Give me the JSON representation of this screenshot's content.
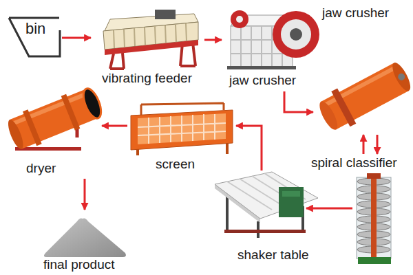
{
  "diagram": {
    "nodes": [
      {
        "text": [
          "bin"
        ]
      },
      {
        "text": [
          "vibrating feeder"
        ]
      },
      {
        "text": [
          "jaw crusher"
        ]
      },
      {
        "text": [
          "jaw crusher"
        ]
      },
      {
        "text": [
          "spiral classifier"
        ]
      },
      {
        "text": [
          "shaker table"
        ]
      },
      {
        "text": [
          "screen"
        ]
      },
      {
        "text": [
          "dryer"
        ]
      },
      {
        "text": [
          "final product"
        ]
      }
    ],
    "edges": [
      {
        "from": 0,
        "to": 1,
        "arrow": "to"
      },
      {
        "from": 1,
        "to": 2,
        "arrow": "to"
      },
      {
        "from": 2,
        "to": 3,
        "arrow": "to"
      },
      {
        "from": 3,
        "to": 4,
        "arrow": "to"
      },
      {
        "from": 4,
        "to": 3,
        "arrow": "to"
      },
      {
        "from": 4,
        "to": 5,
        "arrow": "to"
      },
      {
        "from": 5,
        "to": 6,
        "arrow": "to"
      },
      {
        "from": 6,
        "to": 7,
        "arrow": "to"
      },
      {
        "from": 7,
        "to": 8,
        "arrow": "to"
      }
    ]
  }
}
